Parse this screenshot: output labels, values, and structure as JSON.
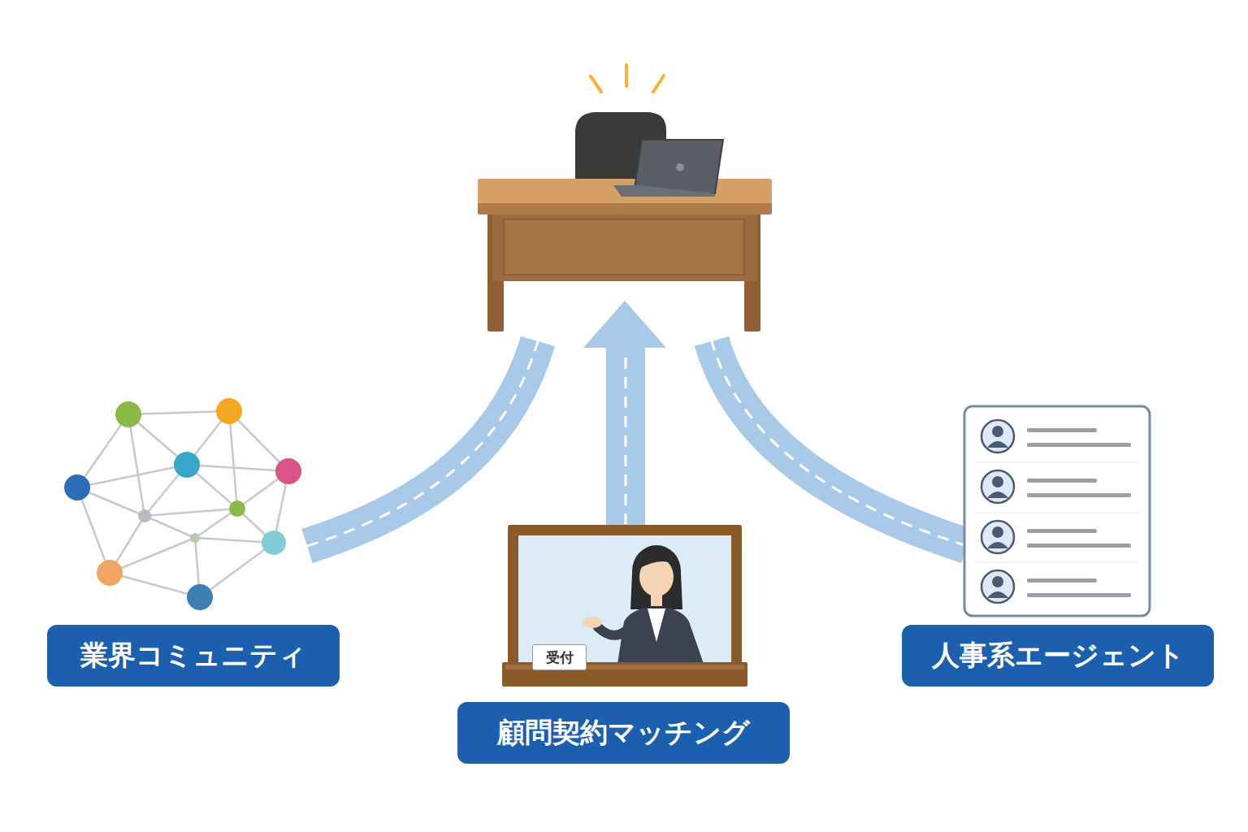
{
  "diagram": {
    "nodes": [
      {
        "text": [
          "業界コミュニティ"
        ]
      },
      {
        "text": [
          "顧問契約マッチング"
        ]
      },
      {
        "text": [
          "人事系エージェント"
        ]
      }
    ],
    "labels": [
      "受付"
    ]
  }
}
